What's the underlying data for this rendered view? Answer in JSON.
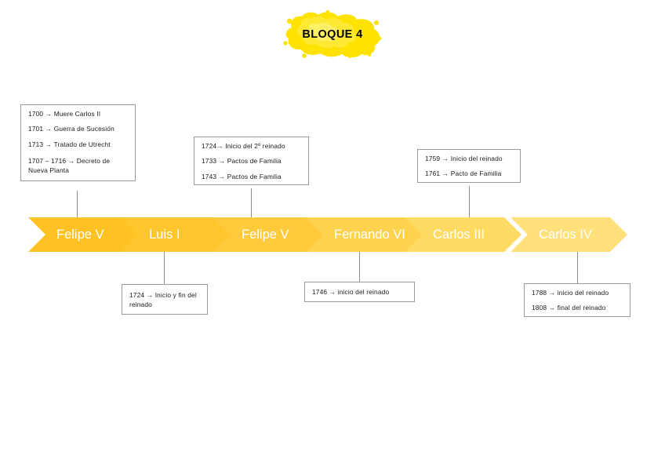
{
  "title": {
    "text": "BLOQUE 4",
    "splash_color": "#FFE200",
    "splash_highlight": "#FFF27A"
  },
  "timeline": {
    "reigns": [
      {
        "name": "Felipe V",
        "color": "#FFC222"
      },
      {
        "name": "Luis I",
        "color": "#FFC62E"
      },
      {
        "name": "Felipe V",
        "color": "#FFCB3D"
      },
      {
        "name": "Fernando VI",
        "color": "#FFD34F"
      },
      {
        "name": "Carlos III",
        "color": "#FFDB63"
      },
      {
        "name": "Carlos IV",
        "color": "#FFE07A"
      }
    ]
  },
  "notes_above": [
    {
      "anchor": "Felipe V",
      "lines": [
        "1700 → Muere Carlos II",
        "1701 → Guerra de Sucesión",
        "1713 → Tratado de Utrecht",
        "1707 – 1716 → Decreto de Nueva Planta"
      ]
    },
    {
      "anchor": "Felipe V",
      "lines": [
        "1724→ Inicio del 2º reinado",
        "1733 → Pactos de Familia",
        "1743 → Pactos de Familia"
      ]
    },
    {
      "anchor": "Carlos III",
      "lines": [
        "1759 → Inicio del reinado",
        "1761 → Pacto de Familia"
      ]
    }
  ],
  "notes_below": [
    {
      "anchor": "Luis I",
      "lines": [
        "1724 → Inicio y fin del reinado"
      ]
    },
    {
      "anchor": "Fernando VI",
      "lines": [
        "1746 → inicio del reinado"
      ]
    },
    {
      "anchor": "Carlos IV",
      "lines": [
        "1788 → inicio del reinado",
        "1808 → final del reinado"
      ]
    }
  ]
}
